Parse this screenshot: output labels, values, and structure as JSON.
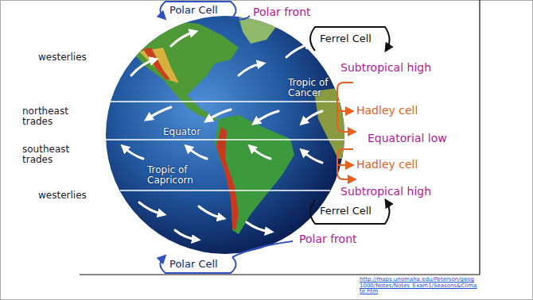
{
  "diagram": {
    "labels": [
      "Polar Cell",
      "Polar front",
      "westerlies",
      "Ferrel Cell",
      "Subtropical high",
      "Tropic of Cancer",
      "northeast trades",
      "Hadley cell",
      "Equator",
      "Equatorial low",
      "southeast trades",
      "Hadley cell",
      "Tropic of Capricorn",
      "westerlies",
      "Subtropical high",
      "Ferrel Cell",
      "Polar front",
      "Polar Cell",
      "http://maps.unomaha.edu/Peterson/geog1000/Notes/Notes_Exam1/Seasons&Climate.htm"
    ]
  }
}
